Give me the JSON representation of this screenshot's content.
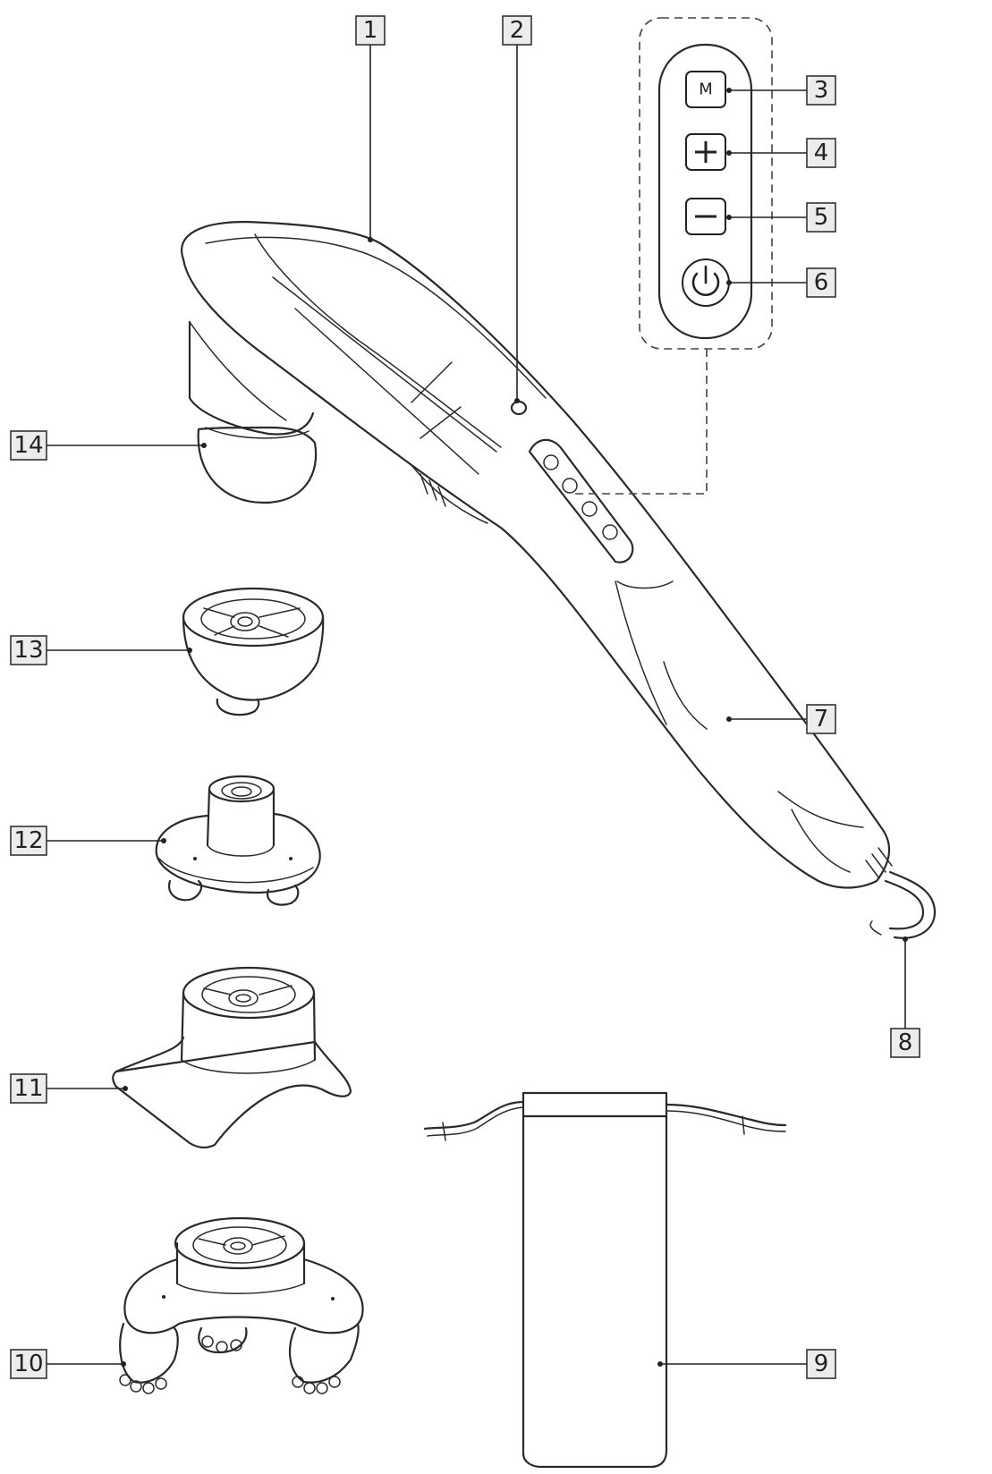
{
  "callouts": {
    "c1": "1",
    "c2": "2",
    "c3": "3",
    "c4": "4",
    "c5": "5",
    "c6": "6",
    "c7": "7",
    "c8": "8",
    "c9": "9",
    "c10": "10",
    "c11": "11",
    "c12": "12",
    "c13": "13",
    "c14": "14"
  },
  "control_panel": {
    "mode_button_label": "M",
    "plus_icon": "plus-icon",
    "minus_icon": "minus-icon",
    "power_icon": "power-icon"
  }
}
